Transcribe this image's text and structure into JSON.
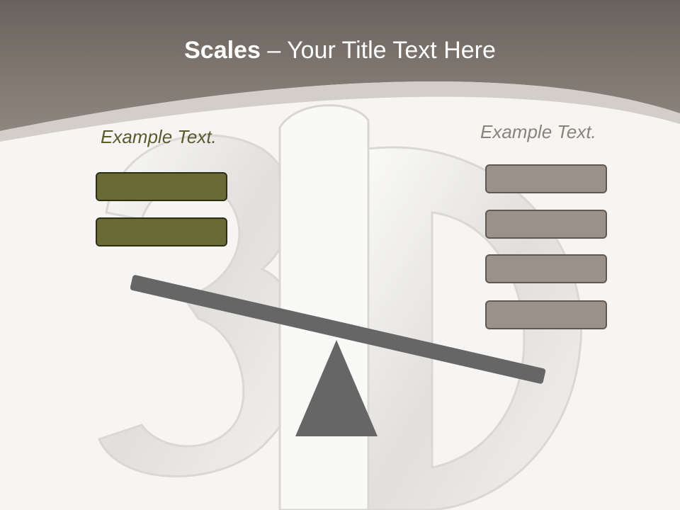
{
  "slide": {
    "title_bold": "Scales",
    "title_rest": " – Your Title Text Here",
    "left_label": "Example Text.",
    "right_label": "Example Text.",
    "left_bar_count": 2,
    "right_bar_count": 4
  },
  "colors": {
    "header_top": "#6a625c",
    "header_bottom": "#8a817a",
    "background": "#f6f5f4",
    "left_accent": "#6a6a34",
    "left_text": "#5b5b2e",
    "right_accent": "#9b918a",
    "right_text": "#8a837c",
    "scale": "#666666"
  },
  "background_image": "3d-letters-icon"
}
